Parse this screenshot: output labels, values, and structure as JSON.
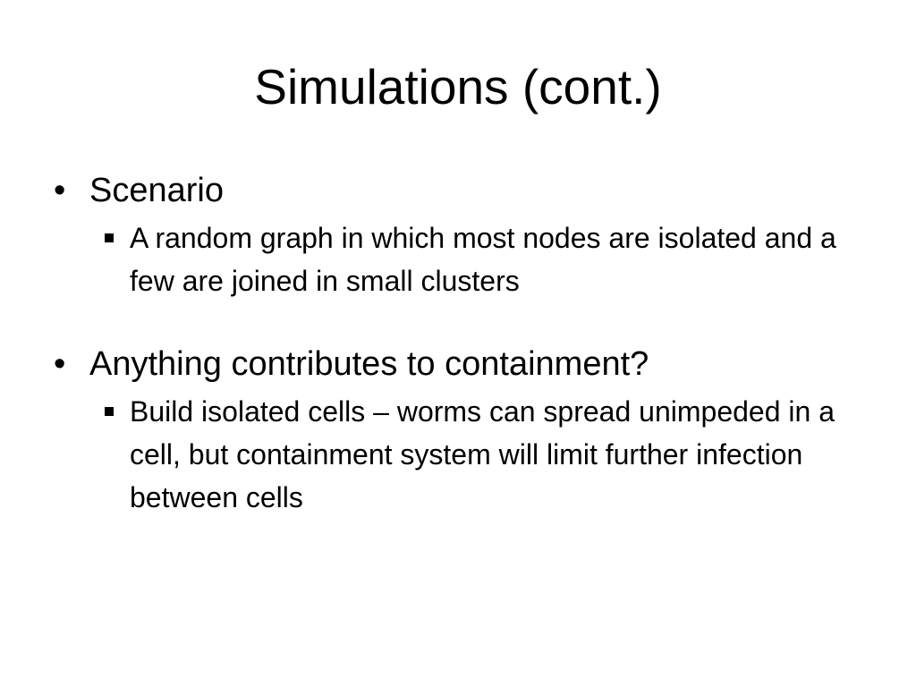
{
  "slide": {
    "title": "Simulations (cont.)",
    "bullets": [
      {
        "marker": "•",
        "text": "Scenario",
        "sub": [
          {
            "text": "A random graph in which most nodes are isolated and a few are joined in small clusters"
          }
        ]
      },
      {
        "marker": "•",
        "text": "Anything contributes to containment?",
        "sub": [
          {
            "text": "Build isolated cells – worms can spread unimpeded in a cell, but containment system will limit further infection between cells"
          }
        ]
      }
    ]
  }
}
